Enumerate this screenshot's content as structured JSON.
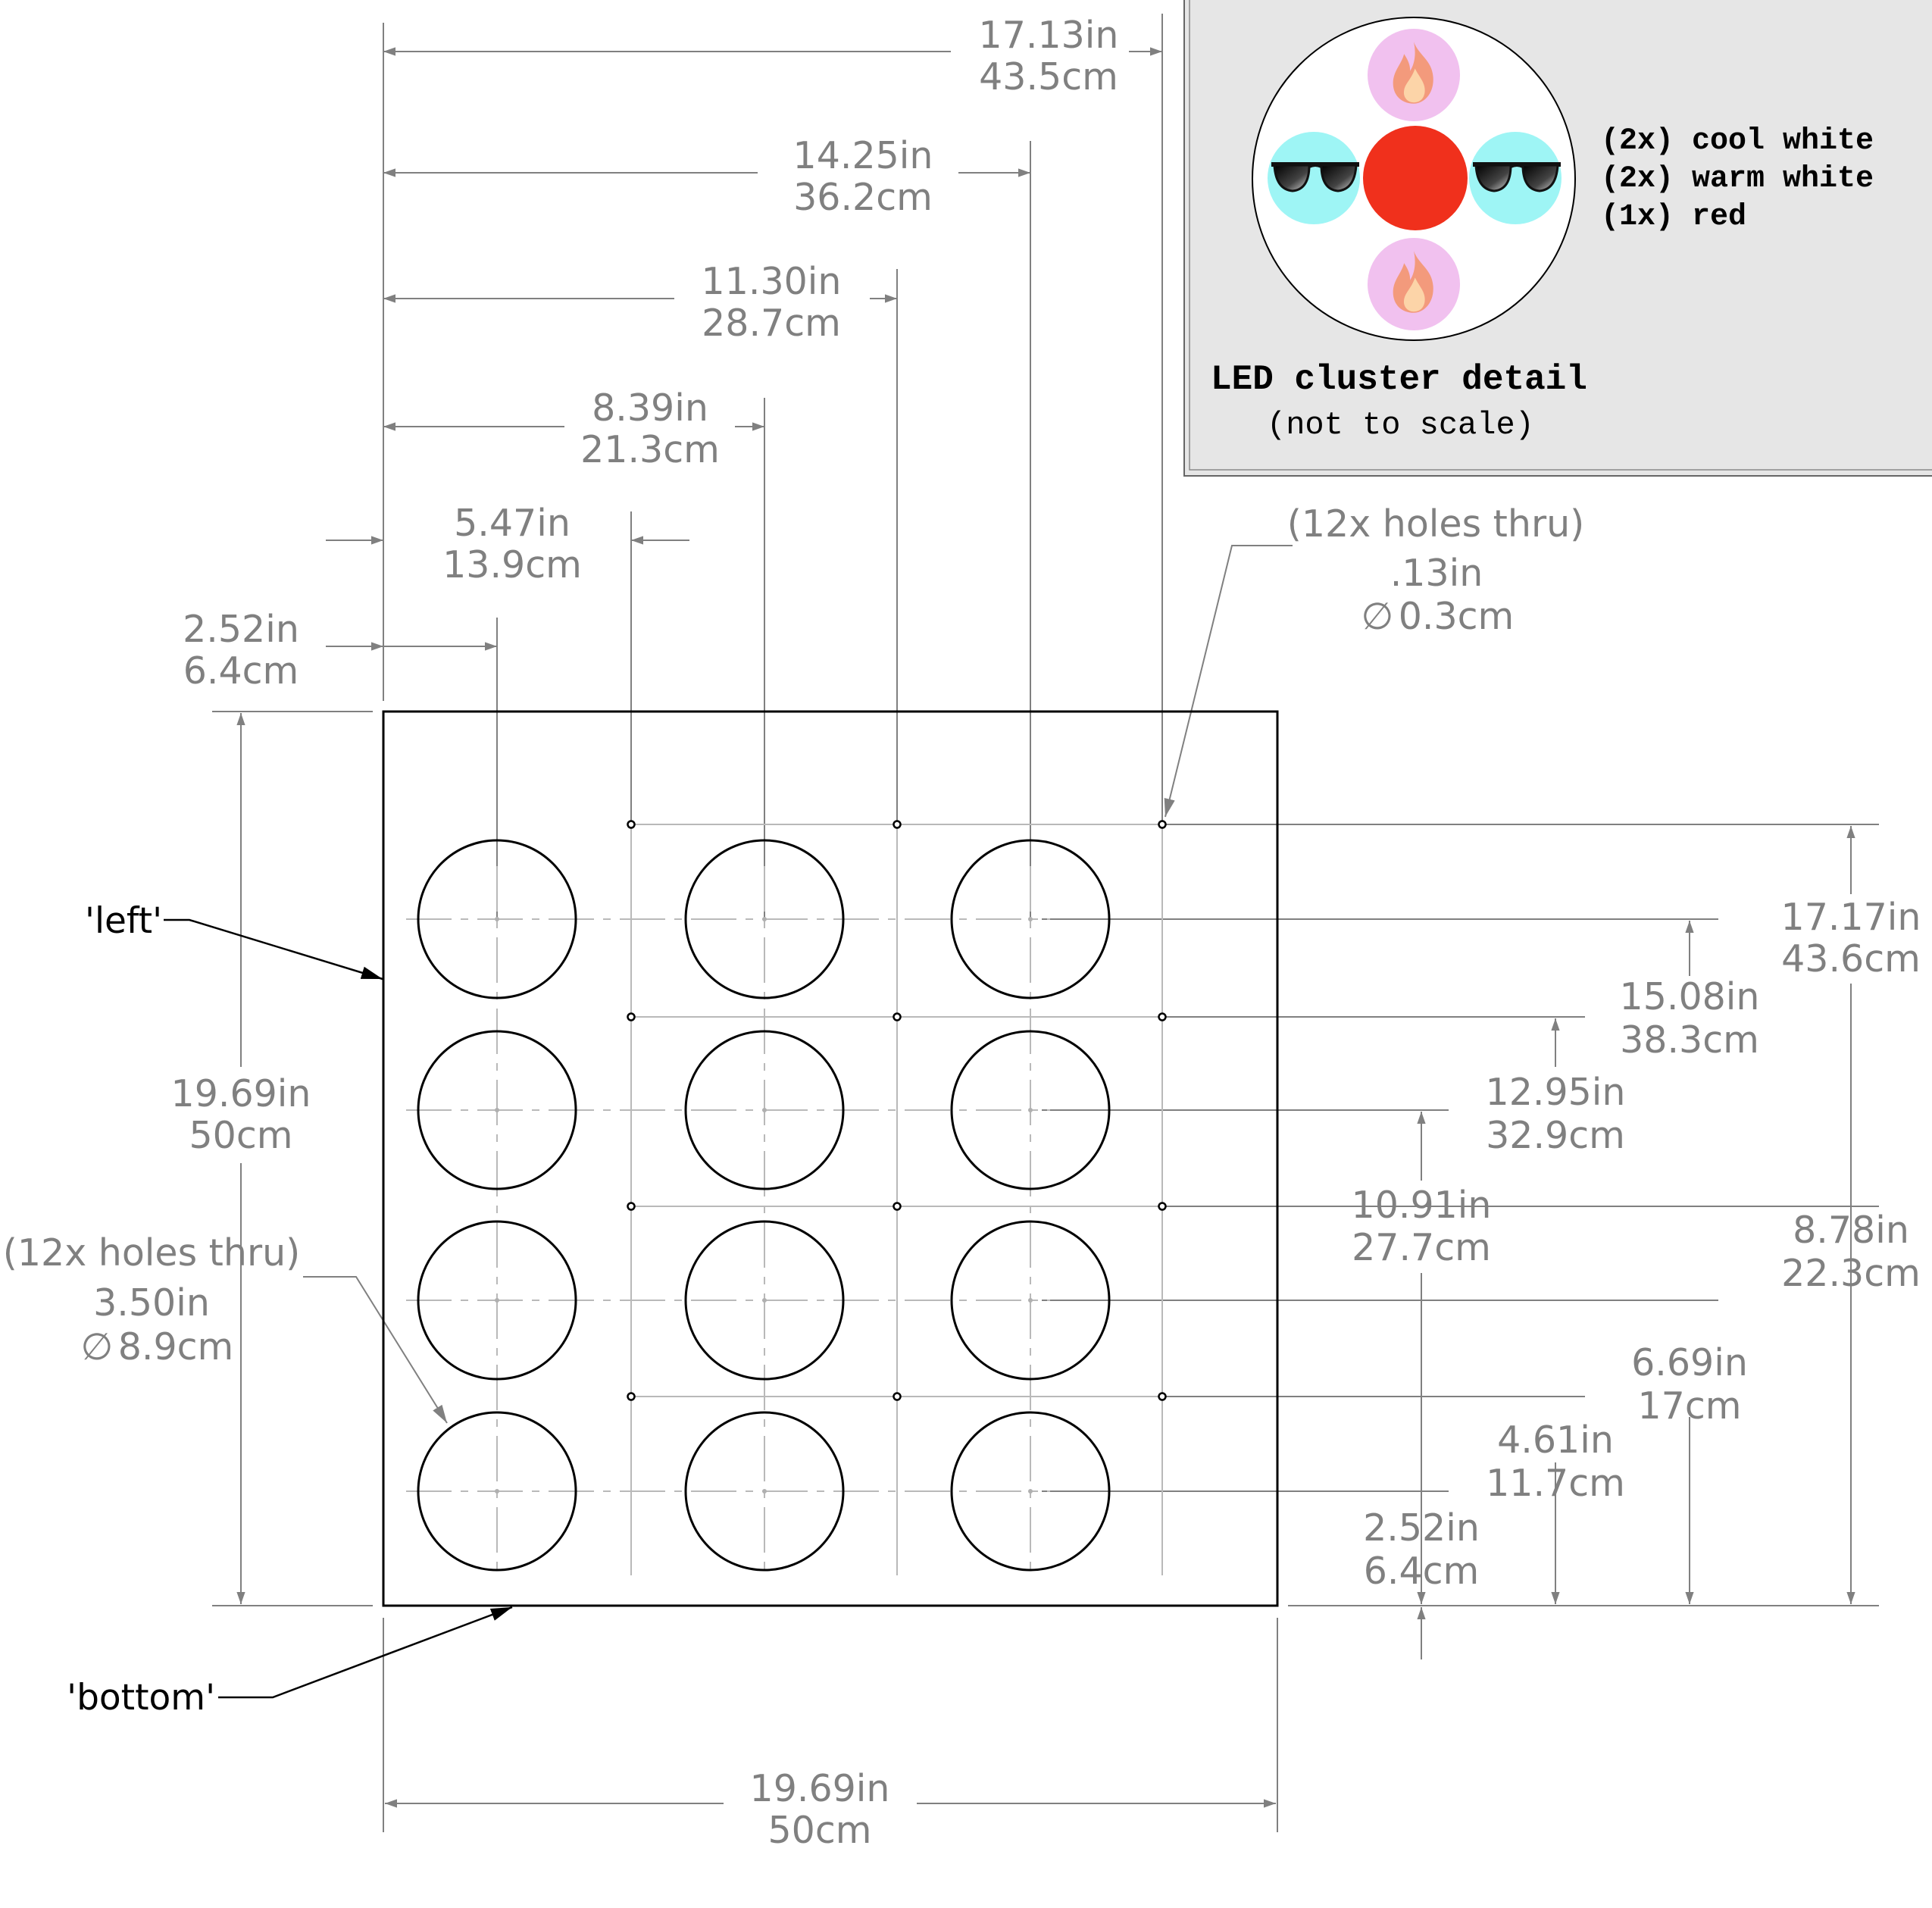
{
  "colors": {
    "dim": "#808080",
    "line": "#000000",
    "panel": "#e6e6e6",
    "cool": "#9ef5f5",
    "warm": "#f1c1ef",
    "red": "#f0301c"
  },
  "labels": {
    "left": "'left'",
    "bottom": "'bottom'"
  },
  "small_holes": {
    "count": "(12x holes thru)",
    "in": ".13in",
    "cm": "0.3cm"
  },
  "big_holes": {
    "count": "(12x holes thru)",
    "in": "3.50in",
    "cm": "8.9cm"
  },
  "diameter_symbol": "∅",
  "dims_top": [
    {
      "in": "17.13in",
      "cm": "43.5cm"
    },
    {
      "in": "14.25in",
      "cm": "36.2cm"
    },
    {
      "in": "11.30in",
      "cm": "28.7cm"
    },
    {
      "in": "8.39in",
      "cm": "21.3cm"
    },
    {
      "in": "5.47in",
      "cm": "13.9cm"
    },
    {
      "in": "2.52in",
      "cm": "6.4cm"
    }
  ],
  "dims_height": {
    "in": "19.69in",
    "cm": "50cm"
  },
  "dims_width": {
    "in": "19.69in",
    "cm": "50cm"
  },
  "dims_right": [
    {
      "in": "17.17in",
      "cm": "43.6cm"
    },
    {
      "in": "15.08in",
      "cm": "38.3cm"
    },
    {
      "in": "12.95in",
      "cm": "32.9cm"
    },
    {
      "in": "10.91in",
      "cm": "27.7cm"
    },
    {
      "in": "8.78in",
      "cm": "22.3cm"
    },
    {
      "in": "6.69in",
      "cm": "17cm"
    },
    {
      "in": "4.61in",
      "cm": "11.7cm"
    },
    {
      "in": "2.52in",
      "cm": "6.4cm"
    }
  ],
  "legend": {
    "title": "LED cluster detail",
    "subtitle": "(not to scale)",
    "items": [
      "(2x) cool white",
      "(2x) warm white",
      "(1x) red"
    ]
  },
  "icons": [
    "sunglasses-icon",
    "fire-icon"
  ]
}
